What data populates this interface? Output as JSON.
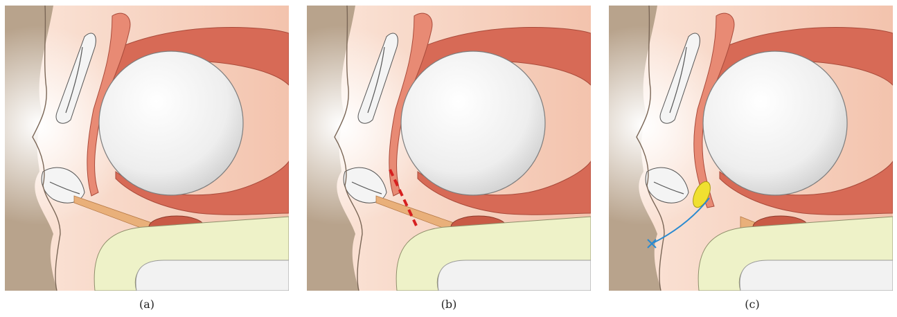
{
  "panels": [
    {
      "id": "a",
      "caption": "(a)",
      "variant": "normal"
    },
    {
      "id": "b",
      "caption": "(b)",
      "variant": "incision"
    },
    {
      "id": "c",
      "caption": "(c)",
      "variant": "repair"
    }
  ],
  "colors": {
    "background_skin": "#f8d9c8",
    "shadow_tan": "#b09a82",
    "muscle_red": "#d76a56",
    "muscle_dark": "#a84a3a",
    "globe_white": "#f2f2f2",
    "globe_shade": "#d9d9d9",
    "bone_yellow": "#eef2c8",
    "incision_red": "#d62020",
    "suture_blue": "#2a8ad0",
    "fat_yellow": "#f0e030"
  }
}
